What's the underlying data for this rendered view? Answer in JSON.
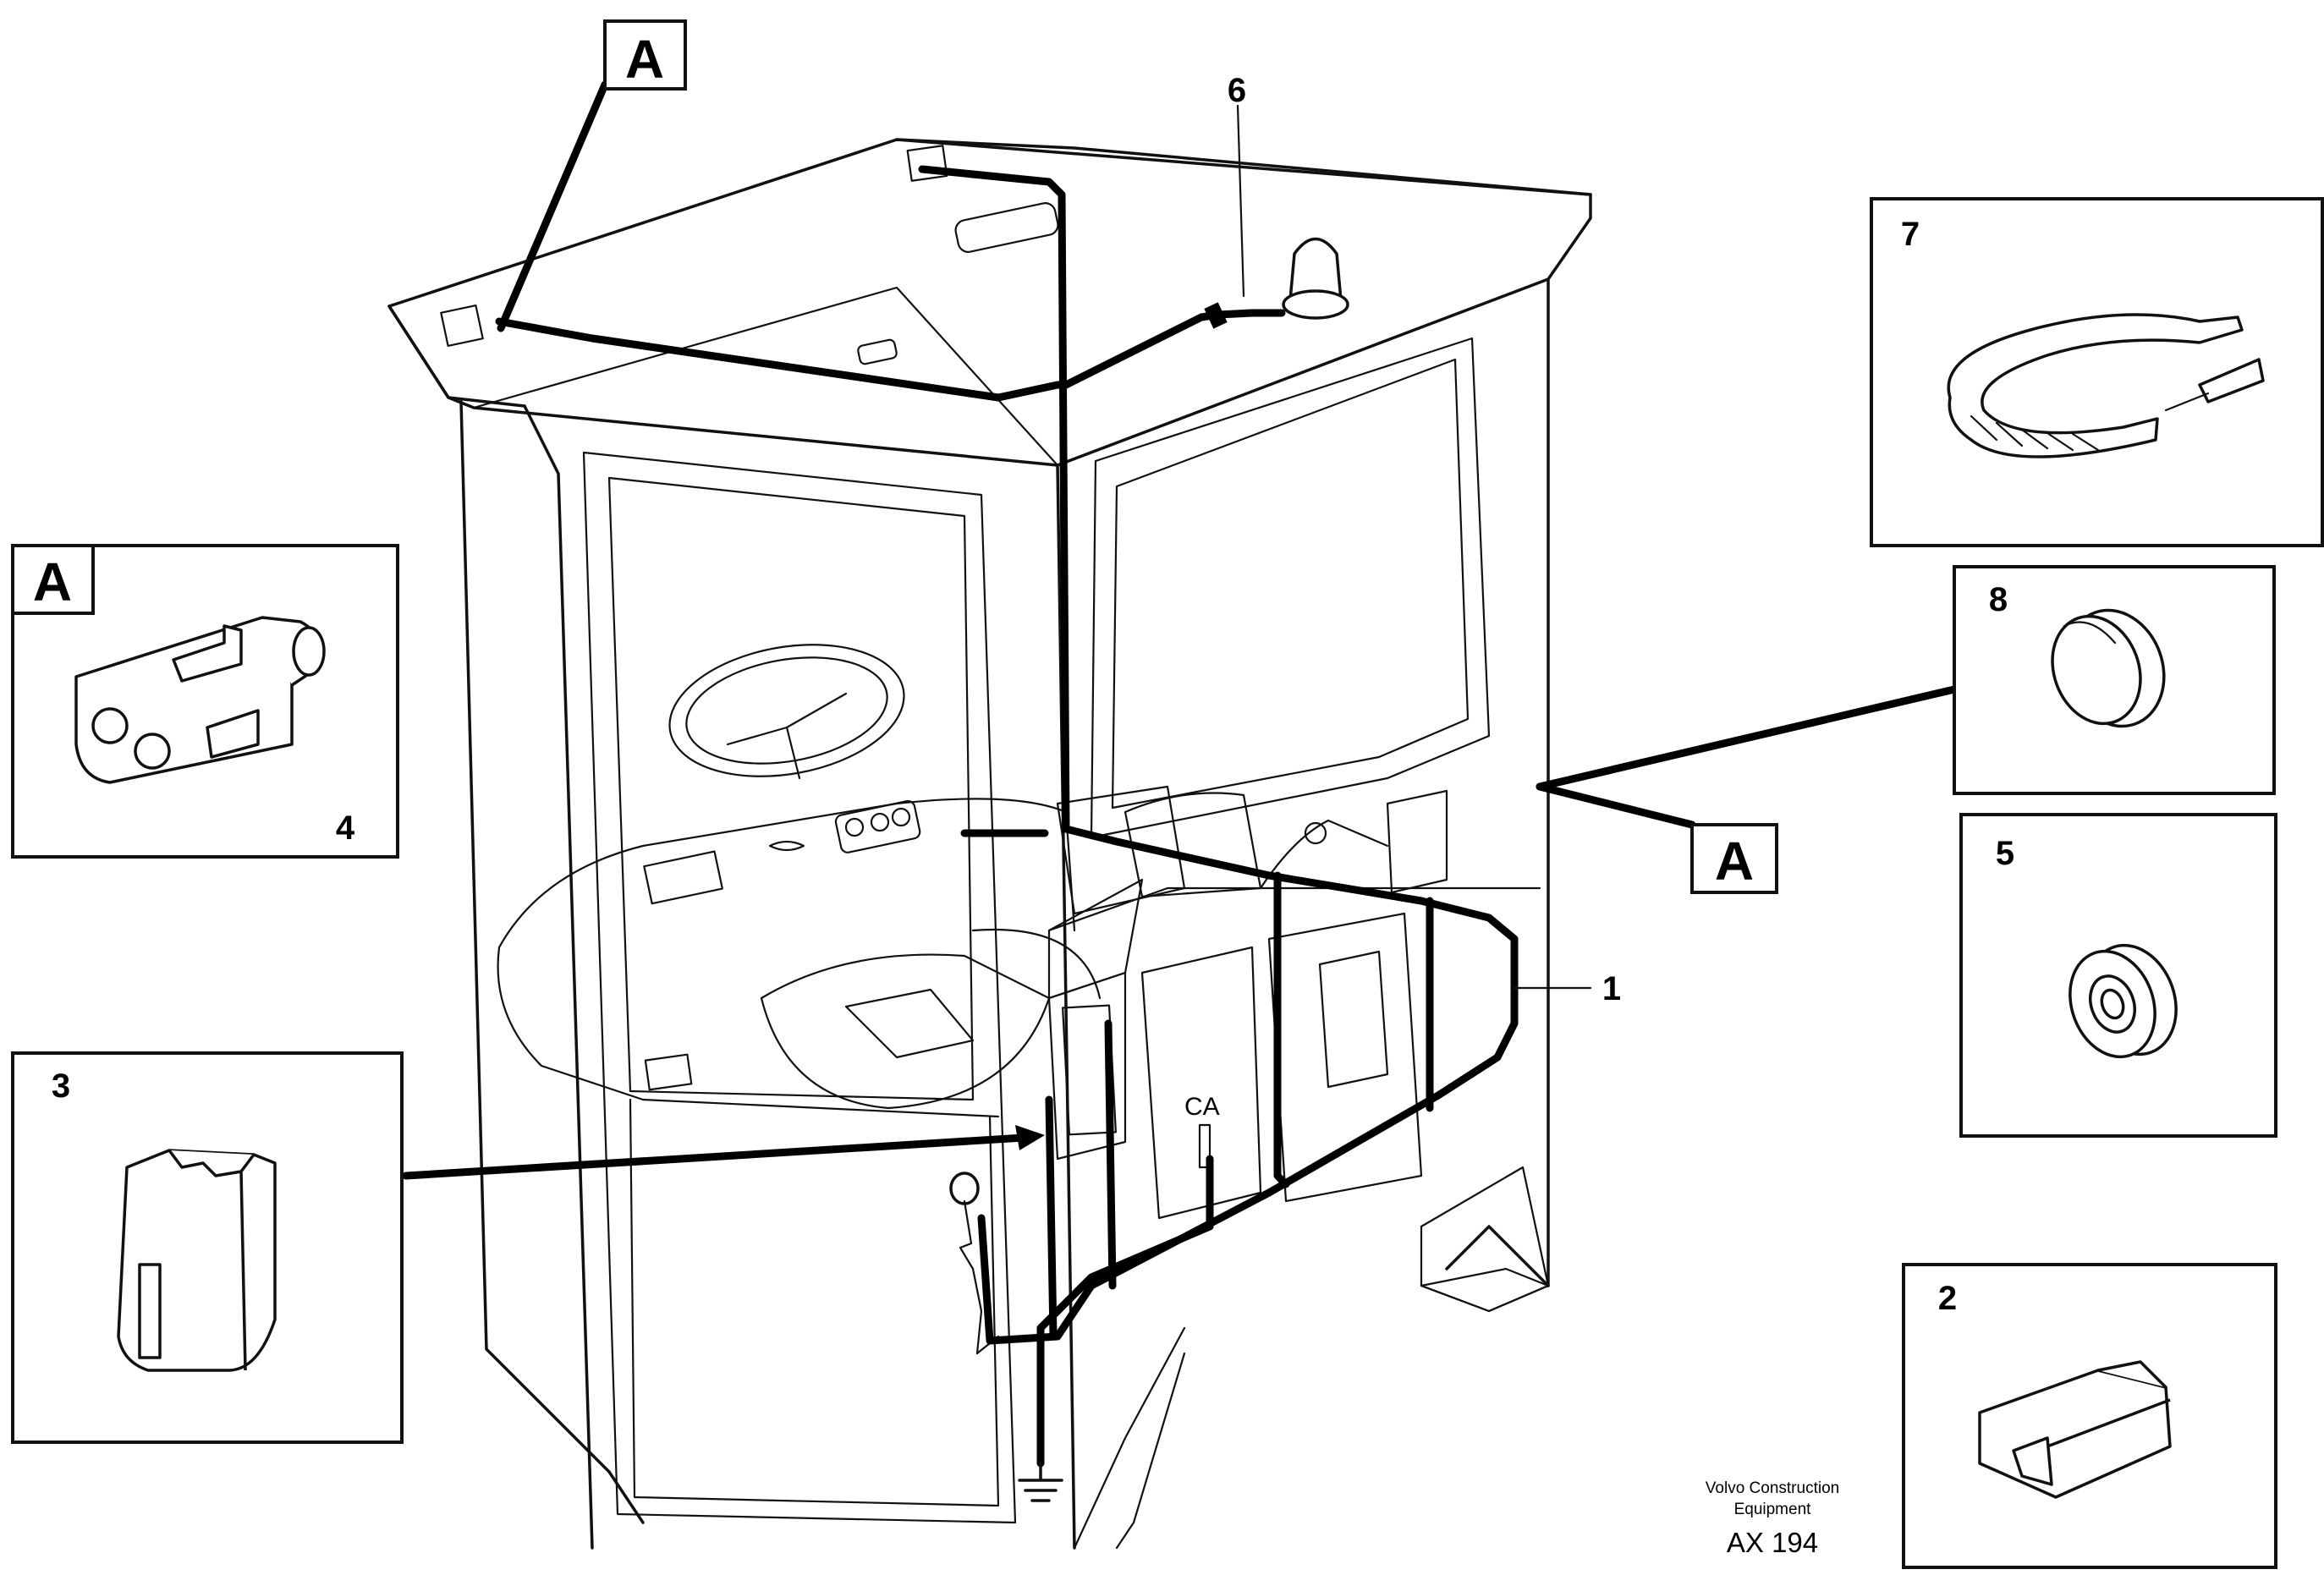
{
  "ref_letters": {
    "top": "A",
    "inset_4": "A",
    "right": "A"
  },
  "callouts": {
    "c1": "1",
    "c2": "2",
    "c3": "3",
    "c4": "4",
    "c5": "5",
    "c6": "6",
    "c7": "7",
    "c8": "8"
  },
  "labels": {
    "ground_mark": "CA"
  },
  "footer": {
    "company_line1": "Volvo Construction",
    "company_line2": "Equipment",
    "code": "AX 194"
  }
}
